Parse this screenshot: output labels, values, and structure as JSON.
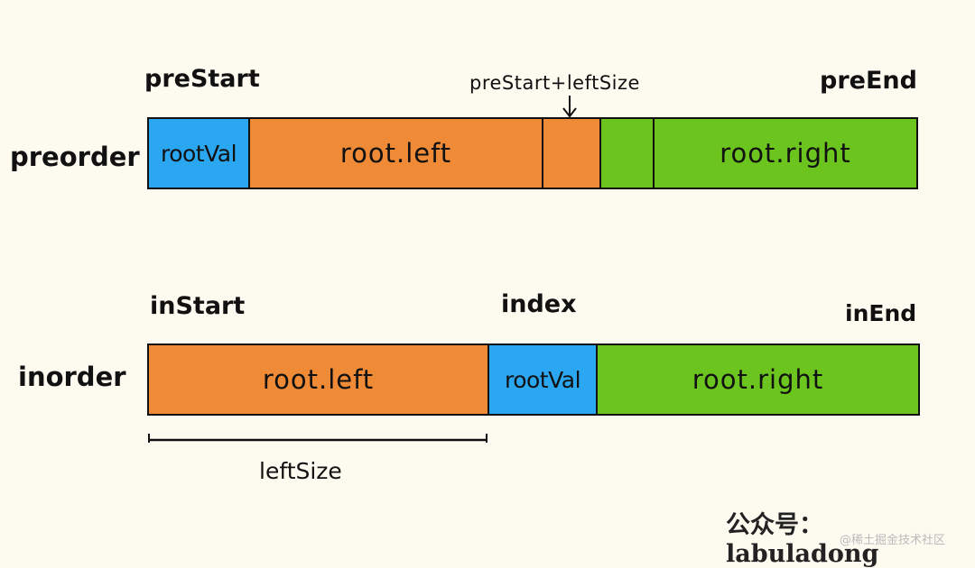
{
  "preorder": {
    "row_label": "preorder",
    "pointer_start": "preStart",
    "pointer_mid": "preStart+leftSize",
    "pointer_end": "preEnd",
    "segments": {
      "root": "rootVal",
      "left": "root.left",
      "right": "root.right"
    }
  },
  "inorder": {
    "row_label": "inorder",
    "pointer_start": "inStart",
    "pointer_index": "index",
    "pointer_end": "inEnd",
    "segments": {
      "left": "root.left",
      "root": "rootVal",
      "right": "root.right"
    },
    "brace_label": "leftSize"
  },
  "colors": {
    "root": "#2ba6f0",
    "left": "#ef8a36",
    "right": "#6cc41e",
    "background": "#fdfaf0"
  },
  "watermark": "公众号：labuladong",
  "site_watermark": "@稀土掘金技术社区"
}
